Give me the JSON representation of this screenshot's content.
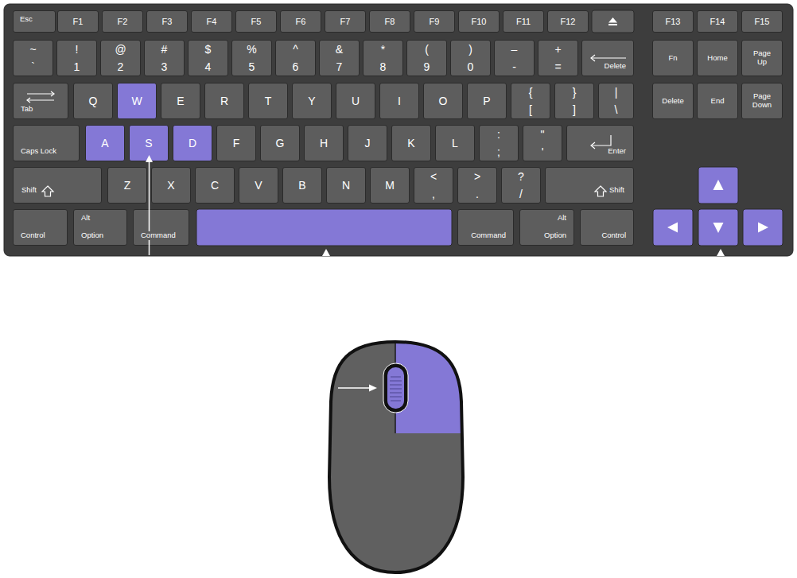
{
  "diagram": {
    "nodes": [
      {
        "text": [
          "Esc"
        ]
      },
      {
        "text": [
          "F1"
        ]
      },
      {
        "text": [
          "F2"
        ]
      },
      {
        "text": [
          "F3"
        ]
      },
      {
        "text": [
          "F4"
        ]
      },
      {
        "text": [
          "F5"
        ]
      },
      {
        "text": [
          "F6"
        ]
      },
      {
        "text": [
          "F7"
        ]
      },
      {
        "text": [
          "F8"
        ]
      },
      {
        "text": [
          "F9"
        ]
      },
      {
        "text": [
          "F10"
        ]
      },
      {
        "text": [
          "F11"
        ]
      },
      {
        "text": [
          "F12"
        ]
      },
      {
        "text": [
          "F13"
        ]
      },
      {
        "text": [
          "F14"
        ]
      },
      {
        "text": [
          "F15"
        ]
      },
      {
        "text": [
          "~",
          "`"
        ]
      },
      {
        "text": [
          "!",
          "1"
        ]
      },
      {
        "text": [
          "@",
          "2"
        ]
      },
      {
        "text": [
          "#",
          "3"
        ]
      },
      {
        "text": [
          "$",
          "4"
        ]
      },
      {
        "text": [
          "%",
          "5"
        ]
      },
      {
        "text": [
          "^",
          "6"
        ]
      },
      {
        "text": [
          "&",
          "7"
        ]
      },
      {
        "text": [
          "*",
          "8"
        ]
      },
      {
        "text": [
          "(",
          "9"
        ]
      },
      {
        "text": [
          ")",
          "0"
        ]
      },
      {
        "text": [
          "–",
          "-"
        ]
      },
      {
        "text": [
          "+",
          "="
        ]
      },
      {
        "text": [
          "Delete"
        ]
      },
      {
        "text": [
          "Fn"
        ]
      },
      {
        "text": [
          "Home"
        ]
      },
      {
        "text": [
          "Page Up"
        ]
      },
      {
        "text": [
          "Tab"
        ]
      },
      {
        "text": [
          "Q"
        ]
      },
      {
        "text": [
          "W"
        ]
      },
      {
        "text": [
          "E"
        ]
      },
      {
        "text": [
          "R"
        ]
      },
      {
        "text": [
          "T"
        ]
      },
      {
        "text": [
          "Y"
        ]
      },
      {
        "text": [
          "U"
        ]
      },
      {
        "text": [
          "I"
        ]
      },
      {
        "text": [
          "O"
        ]
      },
      {
        "text": [
          "P"
        ]
      },
      {
        "text": [
          "{",
          "["
        ]
      },
      {
        "text": [
          "}",
          "]"
        ]
      },
      {
        "text": [
          "|",
          "\\"
        ]
      },
      {
        "text": [
          "Delete"
        ]
      },
      {
        "text": [
          "End"
        ]
      },
      {
        "text": [
          "Page Down"
        ]
      },
      {
        "text": [
          "Caps Lock"
        ]
      },
      {
        "text": [
          "A"
        ]
      },
      {
        "text": [
          "S"
        ]
      },
      {
        "text": [
          "D"
        ]
      },
      {
        "text": [
          "F"
        ]
      },
      {
        "text": [
          "G"
        ]
      },
      {
        "text": [
          "H"
        ]
      },
      {
        "text": [
          "J"
        ]
      },
      {
        "text": [
          "K"
        ]
      },
      {
        "text": [
          "L"
        ]
      },
      {
        "text": [
          ":",
          ";"
        ]
      },
      {
        "text": [
          "\"",
          "'"
        ]
      },
      {
        "text": [
          "Enter"
        ]
      },
      {
        "text": [
          "Shift"
        ]
      },
      {
        "text": [
          "Z"
        ]
      },
      {
        "text": [
          "X"
        ]
      },
      {
        "text": [
          "C"
        ]
      },
      {
        "text": [
          "V"
        ]
      },
      {
        "text": [
          "B"
        ]
      },
      {
        "text": [
          "N"
        ]
      },
      {
        "text": [
          "M"
        ]
      },
      {
        "text": [
          "<",
          ","
        ]
      },
      {
        "text": [
          ">",
          "."
        ]
      },
      {
        "text": [
          "?",
          "/"
        ]
      },
      {
        "text": [
          "Shift"
        ]
      },
      {
        "text": [
          "Control"
        ]
      },
      {
        "text": [
          "Alt",
          "Option"
        ]
      },
      {
        "text": [
          "Command"
        ]
      },
      {
        "text": [
          "Command"
        ]
      },
      {
        "text": [
          "Alt",
          "Option"
        ]
      },
      {
        "text": [
          "Control"
        ]
      }
    ]
  }
}
